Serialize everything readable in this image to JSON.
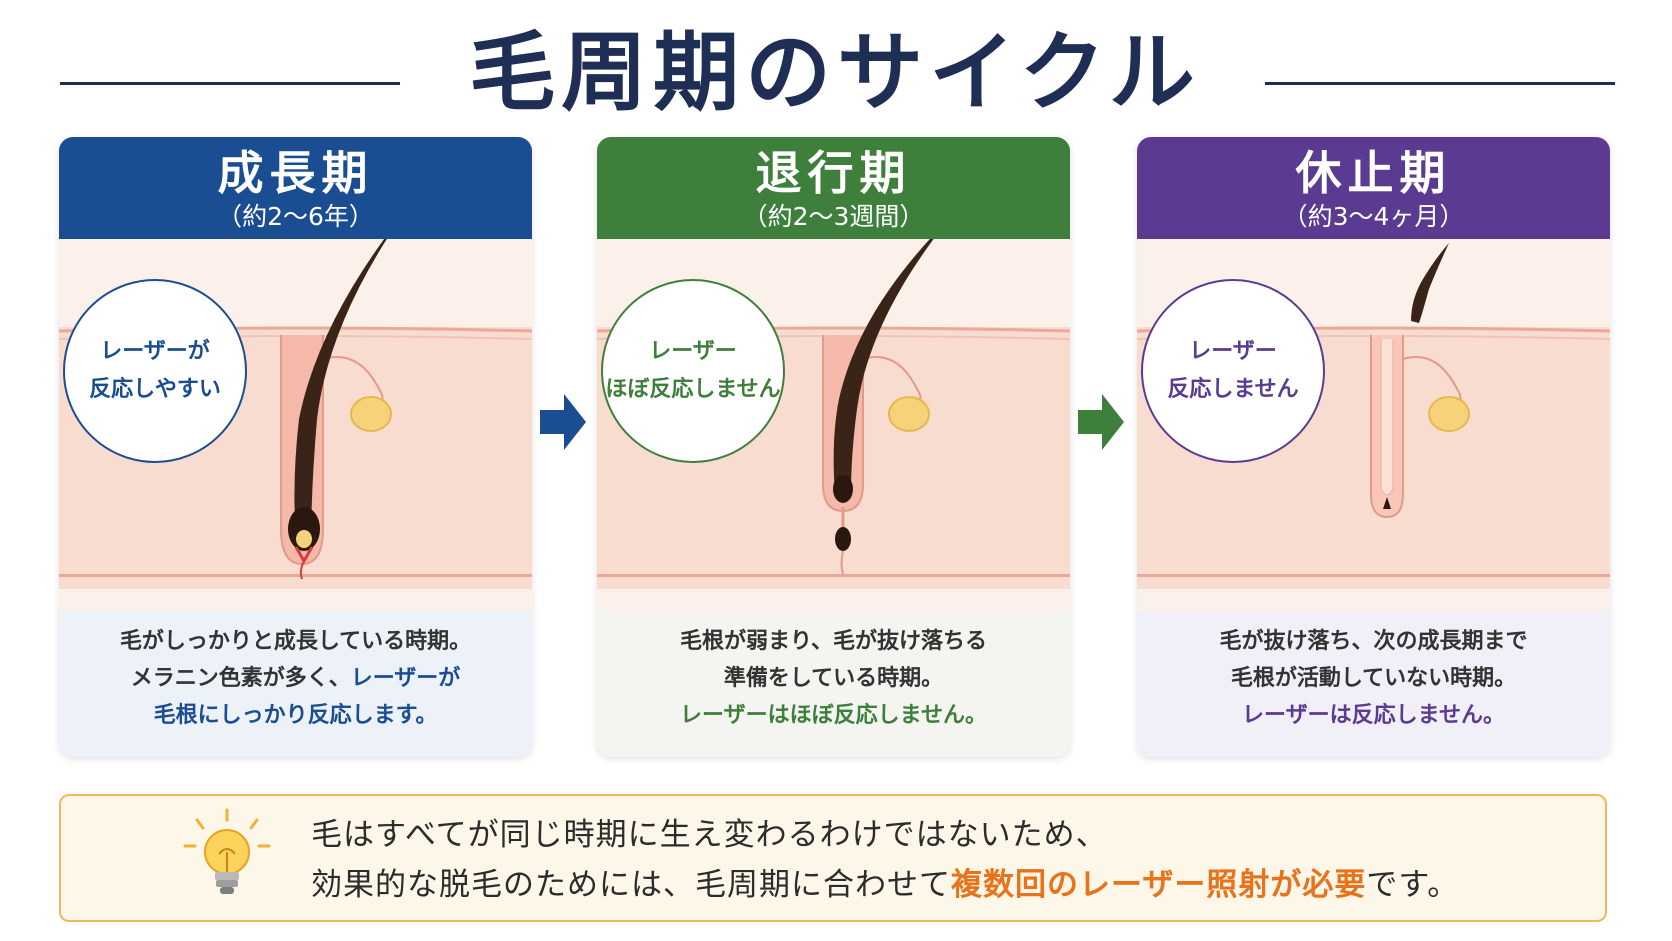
{
  "title": "毛周期のサイクル",
  "phases": [
    {
      "name": "成長期",
      "period": "（約2〜6年）",
      "badge": [
        "レーザーが",
        "反応しやすい"
      ],
      "desc": [
        "毛がしっかりと成長している時期。",
        "メラニン色素が多く、",
        "レーザーが",
        "毛根にしっかり反応します。"
      ],
      "color": "#1b4d93"
    },
    {
      "name": "退行期",
      "period": "（約2〜3週間）",
      "badge": [
        "レーザー",
        "ほぼ反応しません"
      ],
      "desc": [
        "毛根が弱まり、毛が抜け落ちる",
        "準備をしている時期。",
        "レーザーはほぼ反応しません。"
      ],
      "color": "#3f7f3c"
    },
    {
      "name": "休止期",
      "period": "（約3〜4ヶ月）",
      "badge": [
        "レーザー",
        "反応しません"
      ],
      "desc": [
        "毛が抜け落ち、次の成長期まで",
        "毛根が活動していない時期。",
        "レーザーは反応しません。"
      ],
      "color": "#5b3b91"
    }
  ],
  "note": {
    "line1": "毛はすべてが同じ時期に生え変わるわけではないため、",
    "line2_pre": "効果的な脱毛のためには、毛周期に合わせて",
    "line2_hl": "複数回のレーザー照射が必要",
    "line2_post": "です。",
    "icon": "lightbulb-icon",
    "accent": "#e8731a"
  }
}
